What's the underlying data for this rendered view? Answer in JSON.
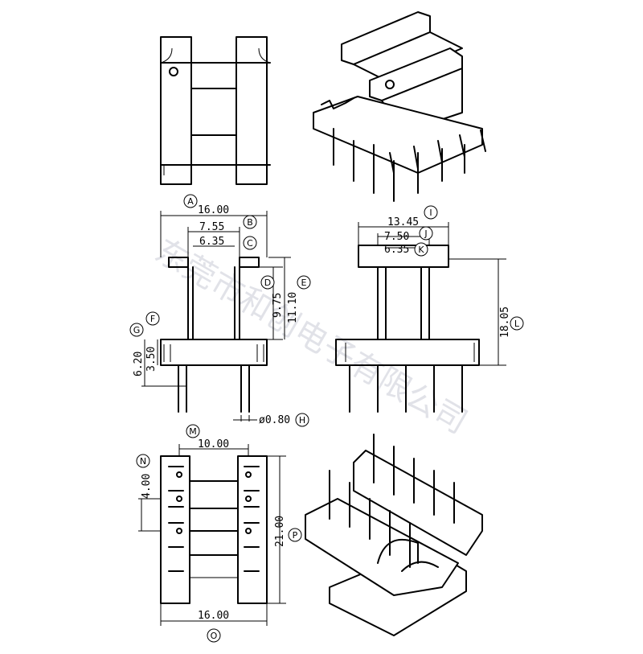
{
  "dimensions": {
    "a": "16.00",
    "b": "7.55",
    "c": "6.35",
    "d": "9.75",
    "e": "11.10",
    "f": "3.50",
    "g": "6.20",
    "h": "ø0.80",
    "i": "13.45",
    "j": "7.50",
    "k": "6.35",
    "l": "18.05",
    "m": "10.00",
    "n": "4.00",
    "p": "21.00",
    "o": "16.00"
  },
  "labels": {
    "a": "A",
    "b": "B",
    "c": "C",
    "d": "D",
    "e": "E",
    "f": "F",
    "g": "G",
    "h": "H",
    "i": "I",
    "j": "J",
    "k": "K",
    "l": "L",
    "m": "M",
    "n": "N",
    "o": "O",
    "p": "P"
  },
  "watermark": "东莞市和创电子有限公司",
  "colors": {
    "line": "#000000",
    "watermark": "#c9ccd6"
  }
}
